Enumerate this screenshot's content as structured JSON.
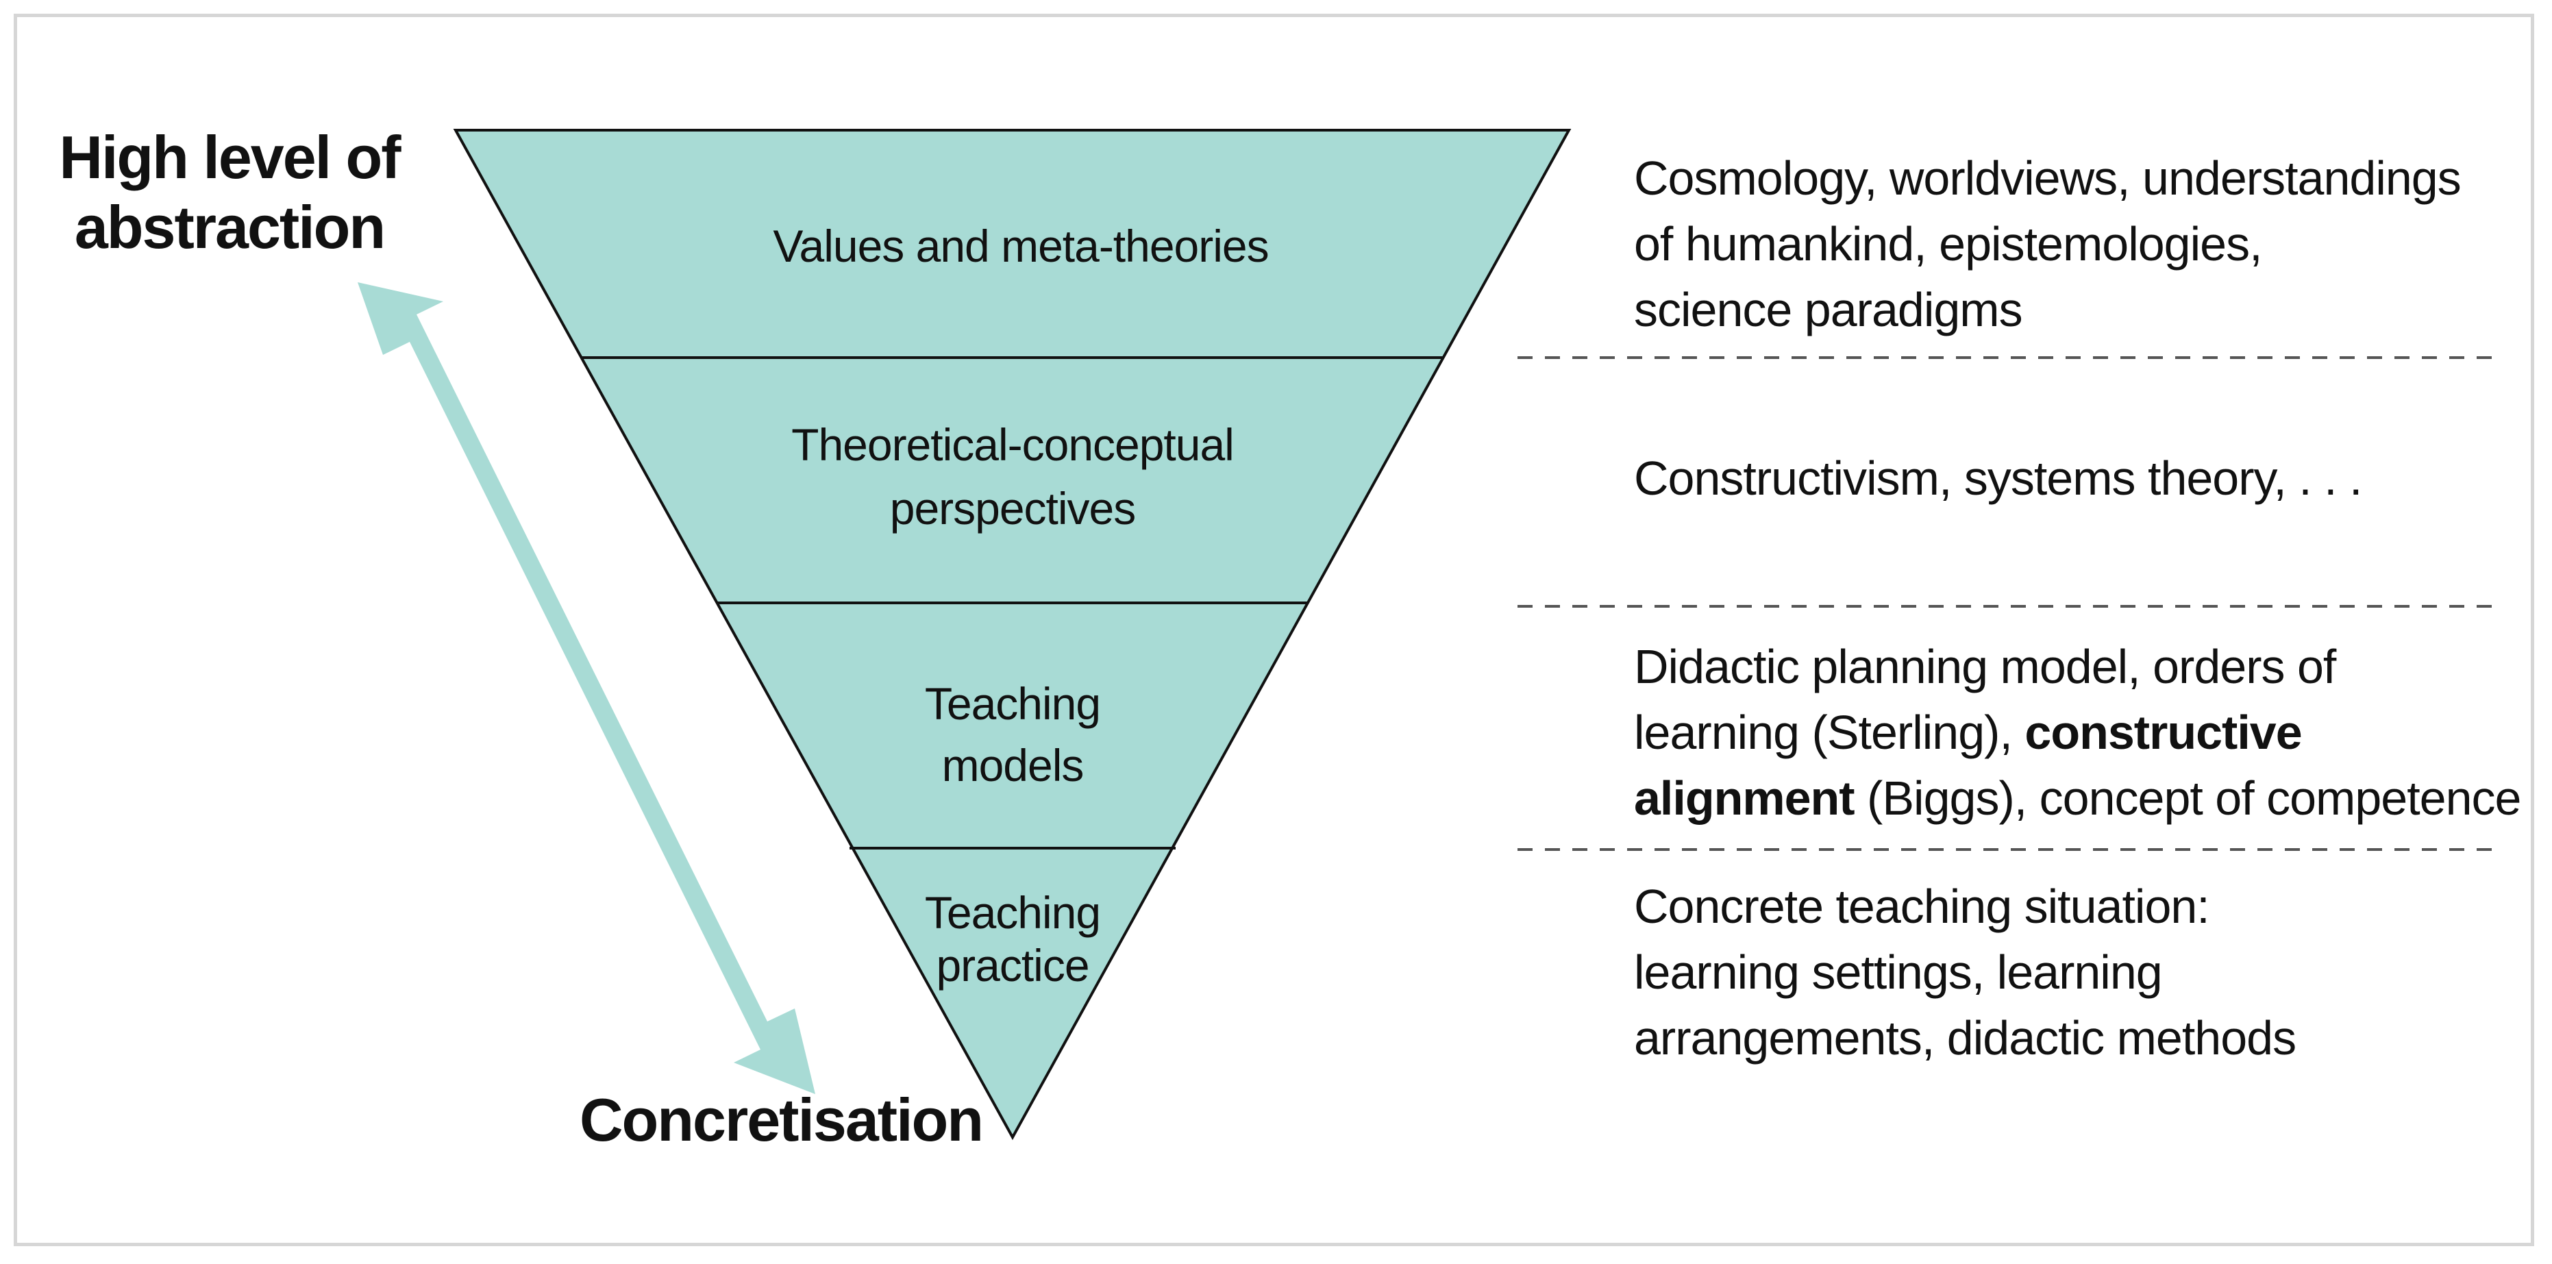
{
  "axis": {
    "top_label_line1": "High level of",
    "top_label_line2": "abstraction",
    "bottom_label": "Concretisation"
  },
  "layers": [
    {
      "line1": "Values and meta-theories",
      "line2": ""
    },
    {
      "line1": "Theoretical-conceptual",
      "line2": "perspectives"
    },
    {
      "line1": "Teaching",
      "line2": "models"
    },
    {
      "line1": "Teaching",
      "line2": "practice"
    }
  ],
  "descriptions": {
    "d1": {
      "l1": "Cosmology, worldviews, understandings",
      "l2": "of humankind, epistemologies,",
      "l3": "science paradigms"
    },
    "d2": {
      "l1": "Constructivism, systems theory, . . ."
    },
    "d3": {
      "l1": "Didactic planning model, orders of",
      "l2a": "learning (Sterling), ",
      "l2b": "constructive",
      "l3a": "alignment",
      "l3b": " (Biggs), concept of competence"
    },
    "d4": {
      "l1": "Concrete teaching situation:",
      "l2": "learning settings, learning",
      "l3": "arrangements, didactic methods"
    }
  },
  "colors": {
    "triangle_fill": "#a8dbd5",
    "arrow_fill": "#a8dbd5",
    "outline": "#111111",
    "dashed_line": "#555555"
  }
}
